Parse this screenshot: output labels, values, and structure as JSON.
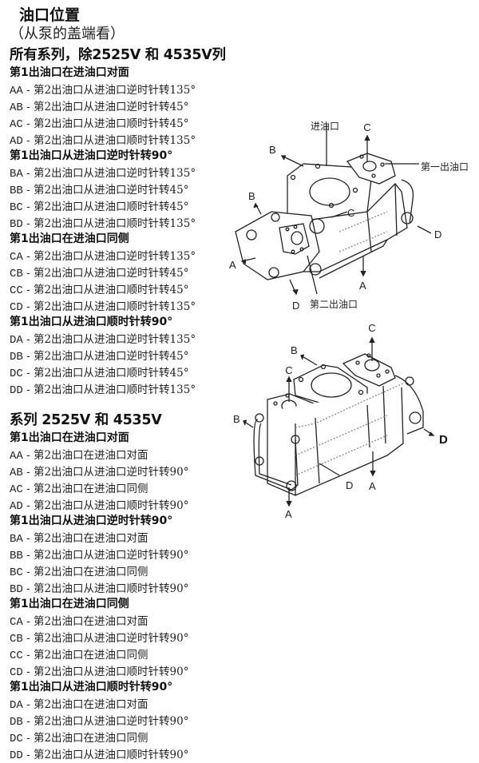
{
  "title": "油口位置",
  "subtitle": "（从泵的盖端看）",
  "sections": [
    {
      "heading": "所有系列，除2525V 和 4535V列",
      "groups": [
        {
          "label": "第1出油口在进油口对面",
          "items": [
            {
              "code": "AA",
              "text": "第2出油口从进油口逆时针转135°"
            },
            {
              "code": "AB",
              "text": "第2出油口从进油口逆时针转45°"
            },
            {
              "code": "AC",
              "text": "第2出油口从进油口顺时针转45°"
            },
            {
              "code": "AD",
              "text": "第2出油口从进油口顺时针转135°"
            }
          ]
        },
        {
          "label": "第1出油口从进油口逆时针转90°",
          "items": [
            {
              "code": "BA",
              "text": "第2出油口从进油口逆时针转135°"
            },
            {
              "code": "BB",
              "text": "第2出油口从进油口逆时针转45°"
            },
            {
              "code": "BC",
              "text": "第2出油口从进油口顺时针转45°"
            },
            {
              "code": "BD",
              "text": "第2出油口从进油口顺时针转135°"
            }
          ]
        },
        {
          "label": "第1出油口在进油口同侧",
          "items": [
            {
              "code": "CA",
              "text": "第2出油口从进油口逆时针转135°"
            },
            {
              "code": "CB",
              "text": "第2出油口从进油口逆时针转45°"
            },
            {
              "code": "CC",
              "text": "第2出油口从进油口顺时针转45°"
            },
            {
              "code": "CD",
              "text": "第2出油口从进油口顺时针转135°"
            }
          ]
        },
        {
          "label": "第1出油口从进油口顺时针转90°",
          "items": [
            {
              "code": "DA",
              "text": "第2出油口从进油口逆时针转135°"
            },
            {
              "code": "DB",
              "text": "第2出油口从进油口逆时针转45°"
            },
            {
              "code": "DC",
              "text": "第2出油口从进油口顺时针转45°"
            },
            {
              "code": "DD",
              "text": "第2出油口从进油口顺时针转135°"
            }
          ]
        }
      ]
    },
    {
      "heading": "系列 2525V 和 4535V",
      "groups": [
        {
          "label": "第1出油口在进油口对面",
          "items": [
            {
              "code": "AA",
              "text": "第2出油口在进油口对面"
            },
            {
              "code": "AB",
              "text": "第2出油口从进油口逆时针转90°"
            },
            {
              "code": "AC",
              "text": "第2出油口在进油口同侧"
            },
            {
              "code": "AD",
              "text": "第2出油口从进油口顺时针转90°"
            }
          ]
        },
        {
          "label": "第1出油口从进油口逆时针转90°",
          "items": [
            {
              "code": "BA",
              "text": "第2出油口在进油口对面"
            },
            {
              "code": "BB",
              "text": "第2出油口从进油口逆时针转90°"
            },
            {
              "code": "BC",
              "text": "第2出油口在进油口同侧"
            },
            {
              "code": "BD",
              "text": "第2出油口从进油口顺时针转90°"
            }
          ]
        },
        {
          "label": "第1出油口在进油口同侧",
          "items": [
            {
              "code": "CA",
              "text": "第2出油口在进油口对面"
            },
            {
              "code": "CB",
              "text": "第2出油口从进油口逆时针转90°"
            },
            {
              "code": "CC",
              "text": "第2出油口在进油口同侧"
            },
            {
              "code": "CD",
              "text": "第2出油口从进油口顺时针转90°"
            }
          ]
        },
        {
          "label": "第1出油口从进油口顺时针转90°",
          "items": [
            {
              "code": "DA",
              "text": "第2出油口在进油口对面"
            },
            {
              "code": "DB",
              "text": "第2出油口从进油口逆时针转90°"
            },
            {
              "code": "DC",
              "text": "第2出油口在进油口同侧"
            },
            {
              "code": "DD",
              "text": "第2出油口从进油口顺时针转90°"
            }
          ]
        }
      ]
    }
  ],
  "diagrams": [
    {
      "name": "pump-diagram-standard",
      "labels": {
        "inlet": "进油口",
        "first_outlet": "第一出油口",
        "second_outlet": "第二出油口",
        "a1": "A",
        "a2": "A",
        "b1": "B",
        "b2": "B",
        "c1": "C",
        "c2": "C",
        "d1": "D",
        "d2": "D"
      }
    },
    {
      "name": "pump-diagram-2525v-4535v",
      "labels": {
        "a1": "A",
        "a2": "A",
        "b1": "B",
        "b2": "B",
        "c1": "C",
        "c2": "C",
        "d1": "D",
        "d2": "D"
      }
    }
  ]
}
